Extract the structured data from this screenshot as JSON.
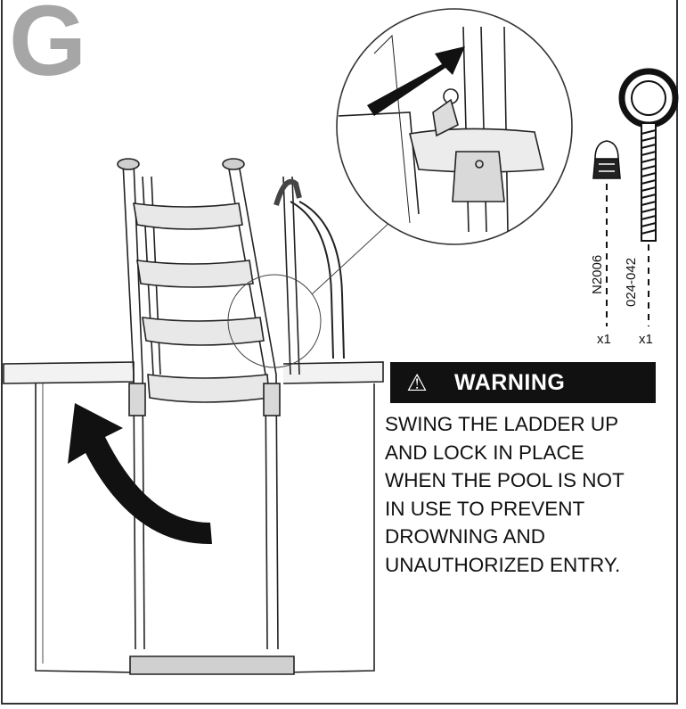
{
  "step": {
    "letter": "G"
  },
  "parts": [
    {
      "code": "N2006",
      "qty": "x1",
      "icon": "acorn-nut-icon"
    },
    {
      "code": "024-042",
      "qty": "x1",
      "icon": "eye-bolt-icon"
    }
  ],
  "warning": {
    "title": "WARNING",
    "icon": "warning-triangle-icon",
    "lines": [
      "SWING THE LADDER UP",
      "AND LOCK IN PLACE",
      "WHEN THE POOL IS NOT",
      "IN USE TO PREVENT",
      "DROWNING AND",
      "UNAUTHORIZED ENTRY."
    ]
  }
}
